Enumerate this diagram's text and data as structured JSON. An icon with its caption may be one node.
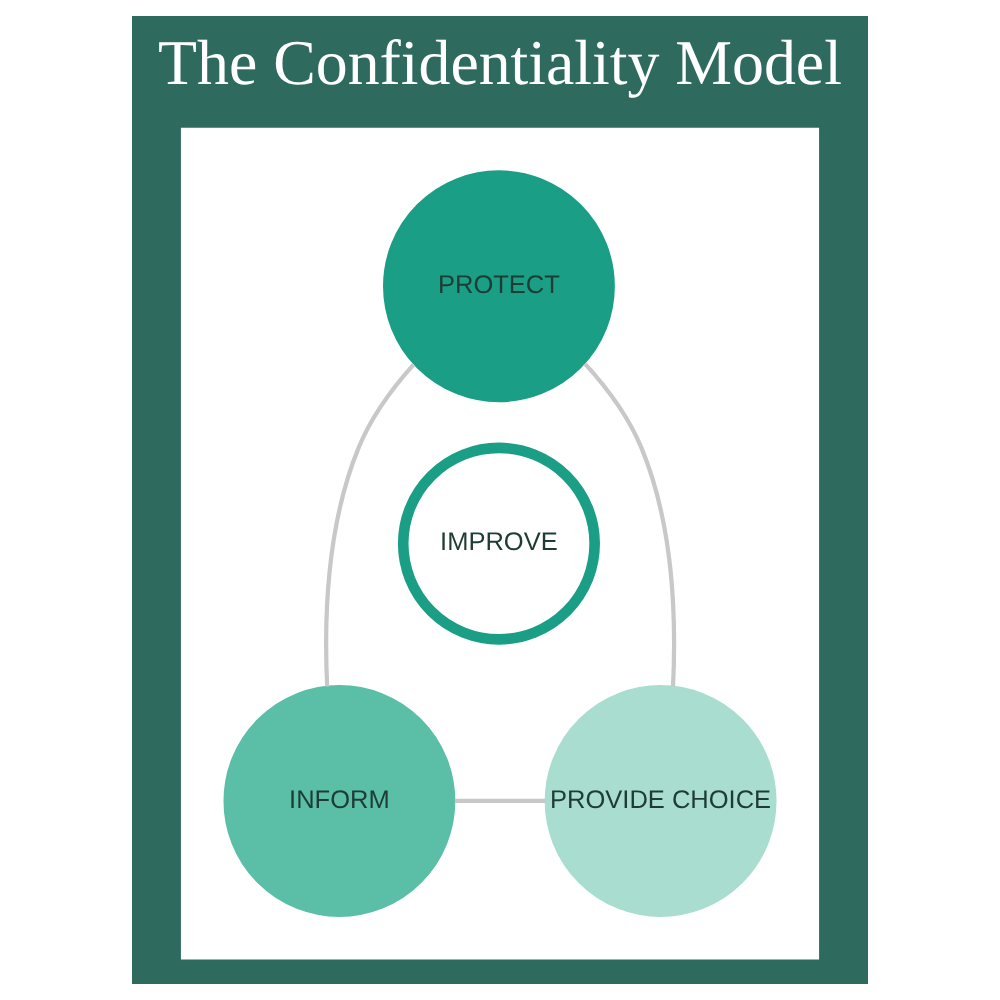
{
  "diagram": {
    "title": "The Confidentiality Model",
    "nodes": [
      {
        "text": [],
        "shape": "box"
      },
      {
        "text": [
          "PROTECT"
        ],
        "in": 0
      },
      {
        "text": [
          "IMPROVE"
        ],
        "in": 0
      },
      {
        "text": [
          "INFORM"
        ],
        "in": 0
      },
      {
        "text": [
          "PROVIDE CHOICE"
        ],
        "in": 0
      }
    ],
    "edges": [
      {
        "from": 1,
        "to": 3,
        "arrow": "none"
      },
      {
        "from": 1,
        "to": 4,
        "arrow": "none"
      },
      {
        "from": 3,
        "to": 4,
        "arrow": "none"
      }
    ]
  }
}
